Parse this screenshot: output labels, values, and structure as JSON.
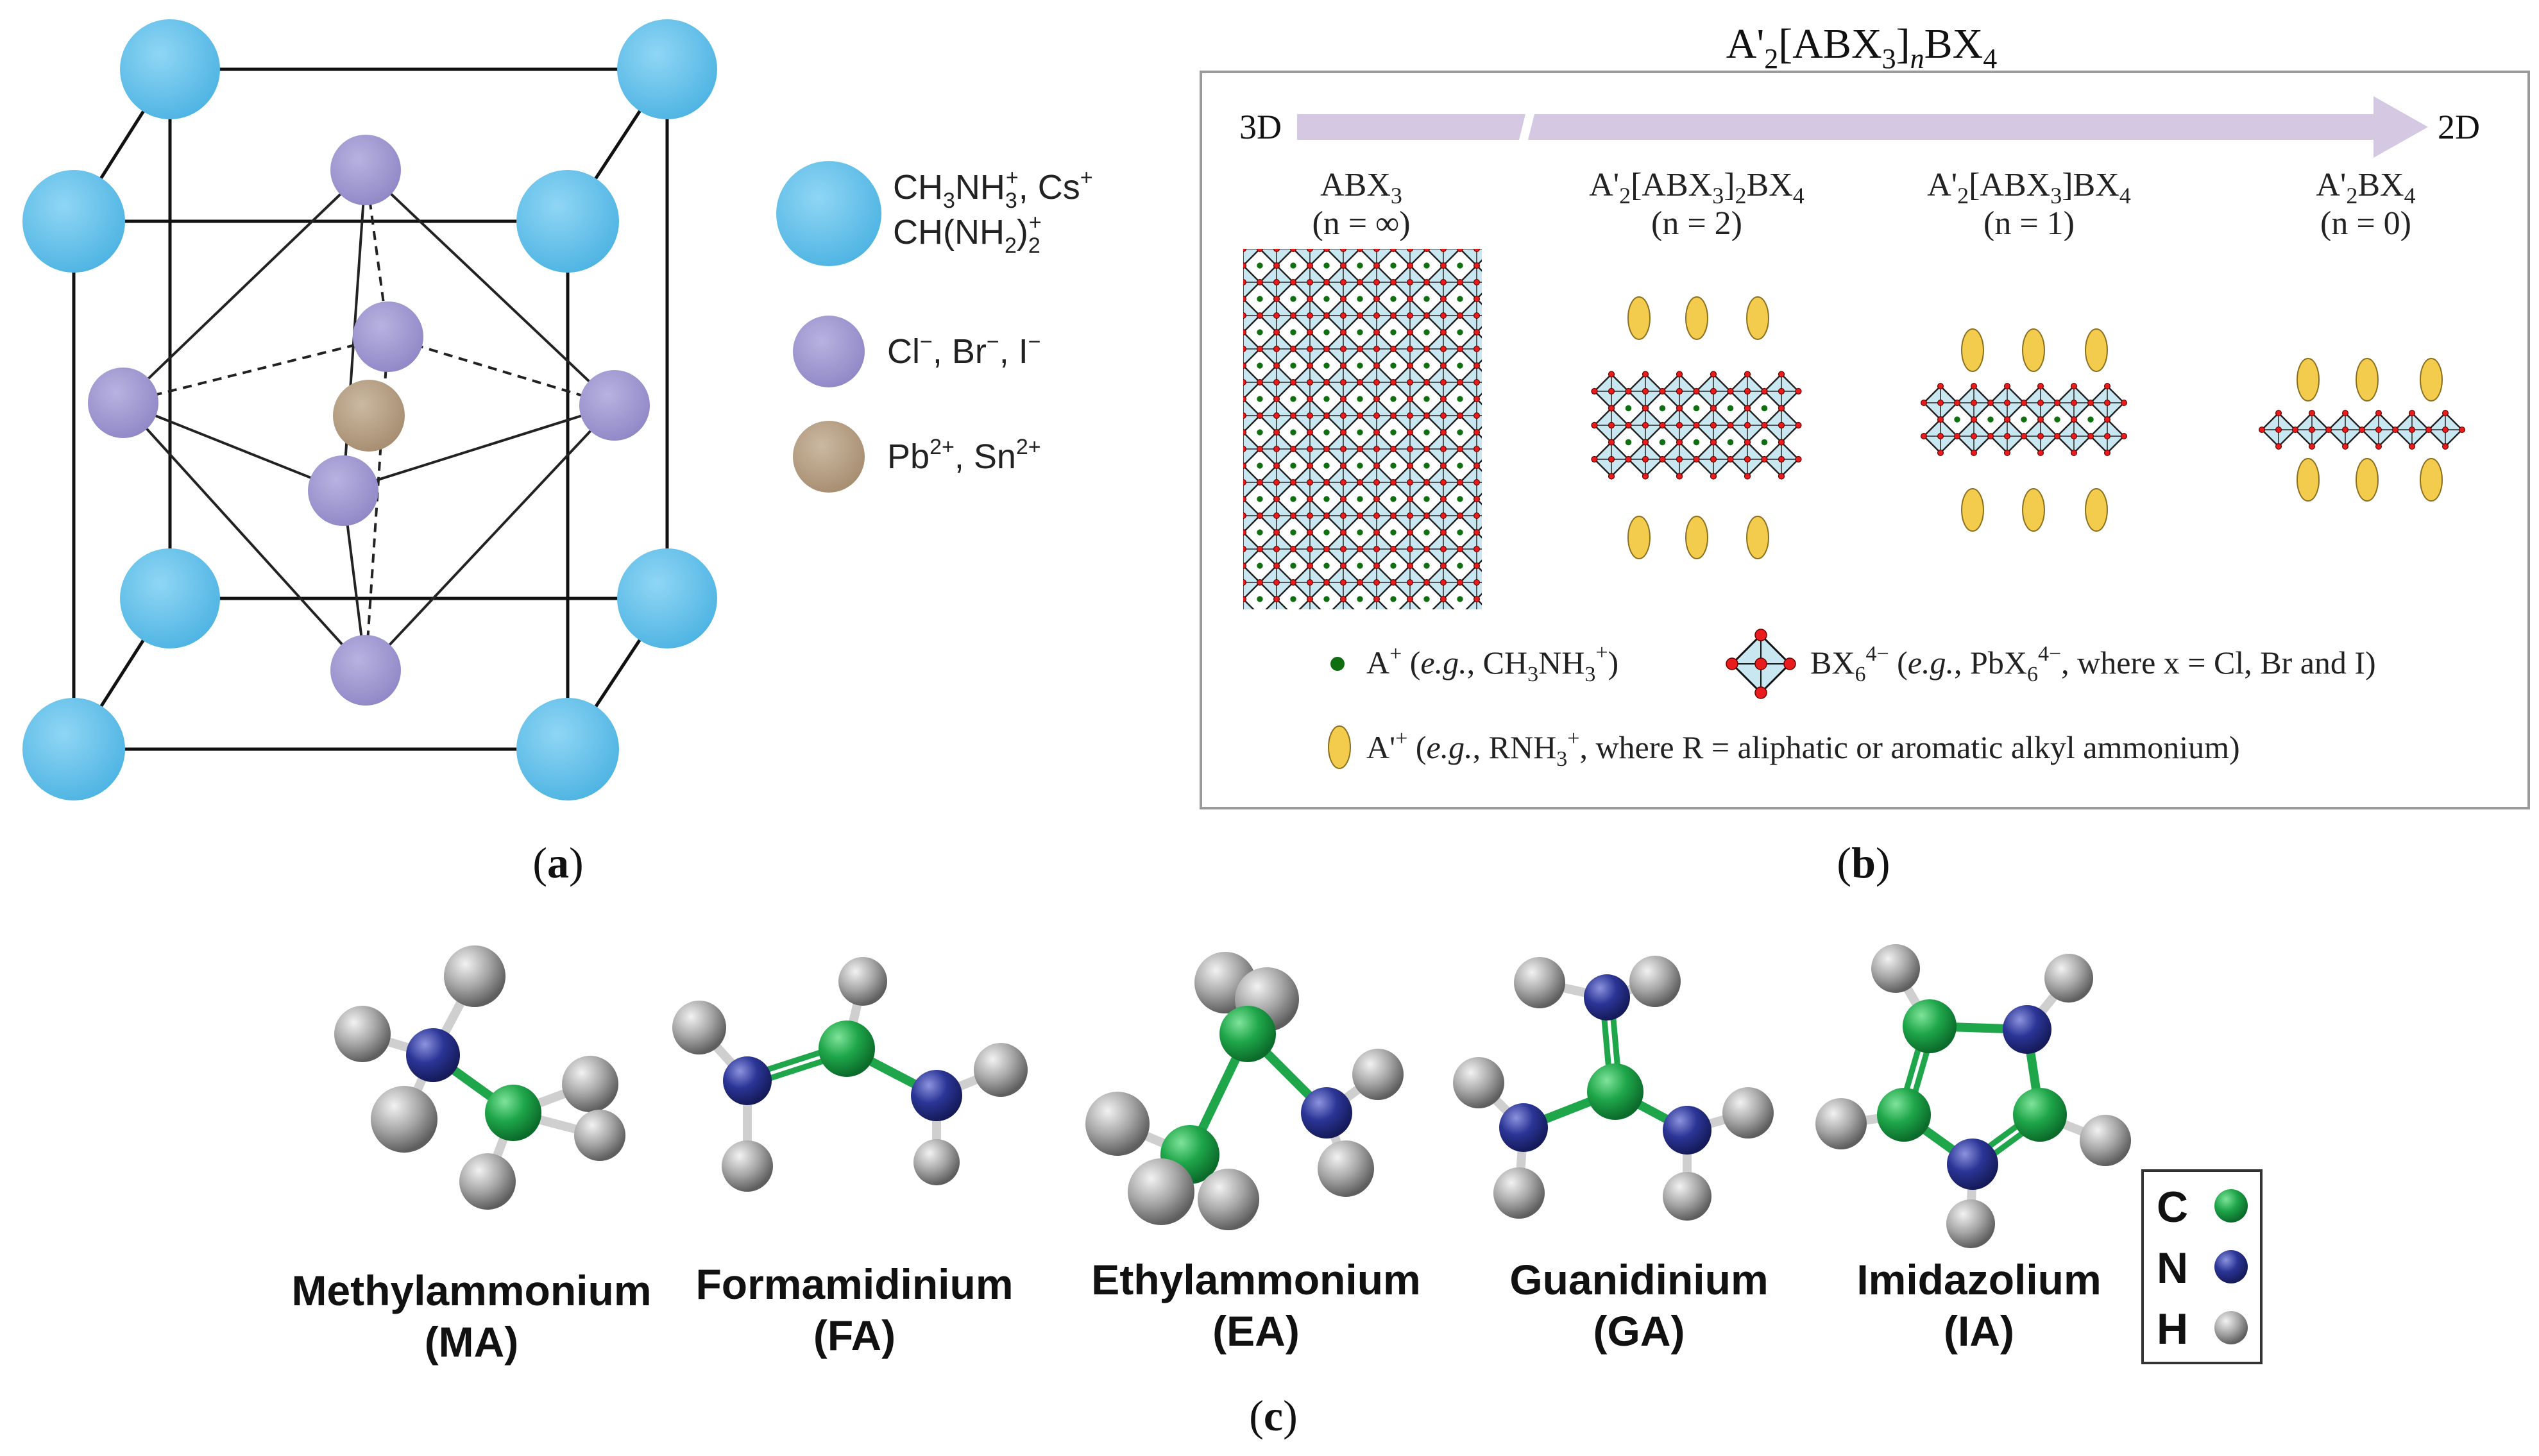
{
  "panel_a": {
    "caption": "(a)",
    "caption_letter": "a",
    "legend": [
      {
        "color": "#5cbde6",
        "line1": "CH3NH3+, Cs+",
        "line2": "CH(NH2)2+",
        "parts1": [
          "CH",
          "3",
          "NH",
          "3",
          "+",
          ", Cs",
          "+"
        ],
        "parts2": [
          "CH(NH",
          "2",
          ")",
          "2",
          "+"
        ]
      },
      {
        "color": "#9b93cf",
        "text": "Cl−, Br−, I−",
        "parts": [
          "Cl",
          "−",
          ", Br",
          "−",
          ", I",
          "−"
        ]
      },
      {
        "color": "#b59e83",
        "text": "Pb2+, Sn2+",
        "parts": [
          "Pb",
          "2+",
          ", Sn",
          "2+"
        ]
      }
    ],
    "atom_colors": {
      "a_site": "#5cbde6",
      "x_site": "#9b93cf",
      "b_site": "#b59e83"
    }
  },
  "panel_b": {
    "caption": "(b)",
    "caption_letter": "b",
    "title_parts": [
      "A'",
      "2",
      "[ABX",
      "3",
      "]",
      "n",
      "BX",
      "4"
    ],
    "title": "A'2[ABX3]nBX4",
    "arrow_left": "3D",
    "arrow_right": "2D",
    "structures": [
      {
        "name_parts": [
          "ABX",
          "3"
        ],
        "n_label": "(n = ∞)"
      },
      {
        "name_parts": [
          "A'",
          "2",
          "[ABX",
          "3",
          "]",
          "2",
          "BX",
          "4"
        ],
        "n_label": "(n = 2)"
      },
      {
        "name_parts": [
          "A'",
          "2",
          "[ABX",
          "3",
          "]BX",
          "4"
        ],
        "n_label": "(n = 1)"
      },
      {
        "name_parts": [
          "A'",
          "2",
          "BX",
          "4"
        ],
        "n_label": "(n = 0)"
      }
    ],
    "legend": {
      "a_cation": "A+ (e.g., CH3NH3+)",
      "bx6": "BX64− (e.g., PbX64−, where x = Cl, Br and I)",
      "a_prime": "A'+ (e.g., RNH3+, where R = aliphatic or aromatic alkyl ammonium)"
    },
    "colors": {
      "arrow": "#d4c8e3",
      "octahedron": "#c9e7f0",
      "x_atom": "#e81c1c",
      "a_atom": "#0f6e0f",
      "a_prime": "#f3cc4d"
    }
  },
  "panel_c": {
    "caption": "(c)",
    "caption_letter": "c",
    "molecules": [
      {
        "name": "Methylammonium",
        "abbr": "(MA)"
      },
      {
        "name": "Formamidinium",
        "abbr": "(FA)"
      },
      {
        "name": "Ethylammonium",
        "abbr": "(EA)"
      },
      {
        "name": "Guanidinium",
        "abbr": "(GA)"
      },
      {
        "name": "Imidazolium",
        "abbr": "(IA)"
      }
    ],
    "legend": [
      {
        "element": "C",
        "color": "#1fa64a"
      },
      {
        "element": "N",
        "color": "#2b3596"
      },
      {
        "element": "H",
        "color": "#a6a6a6"
      }
    ]
  }
}
